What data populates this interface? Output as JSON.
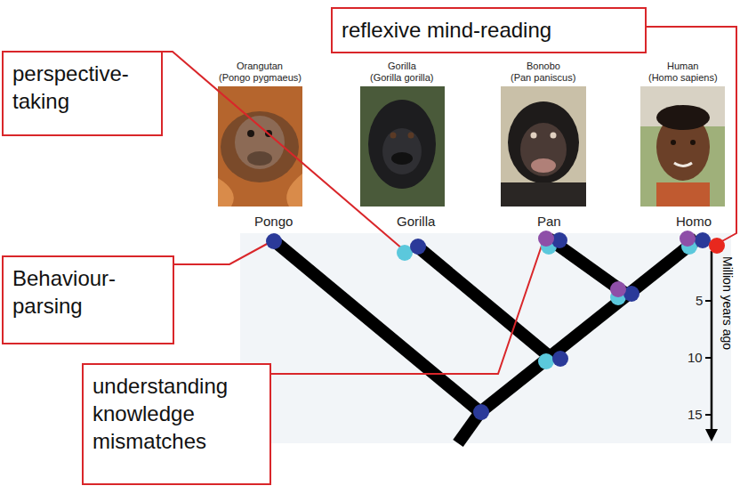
{
  "diagram": {
    "nodes": [
      {
        "text": [
          "reflexive mind-reading"
        ]
      },
      {
        "text": [
          "perspective-taking"
        ]
      },
      {
        "text": [
          "Behaviour-parsing"
        ]
      },
      {
        "text": [
          "understanding knowledge mismatches"
        ]
      }
    ],
    "labels": [
      "Orangutan",
      "(Pongo pygmaeus)",
      "Gorilla",
      "(Gorilla gorilla)",
      "Bonobo",
      "(Pan paniscus)",
      "Human",
      "(Homo sapiens)",
      "Pongo",
      "Gorilla",
      "Pan",
      "Homo",
      "Million years ago",
      "5",
      "10",
      "15"
    ]
  }
}
